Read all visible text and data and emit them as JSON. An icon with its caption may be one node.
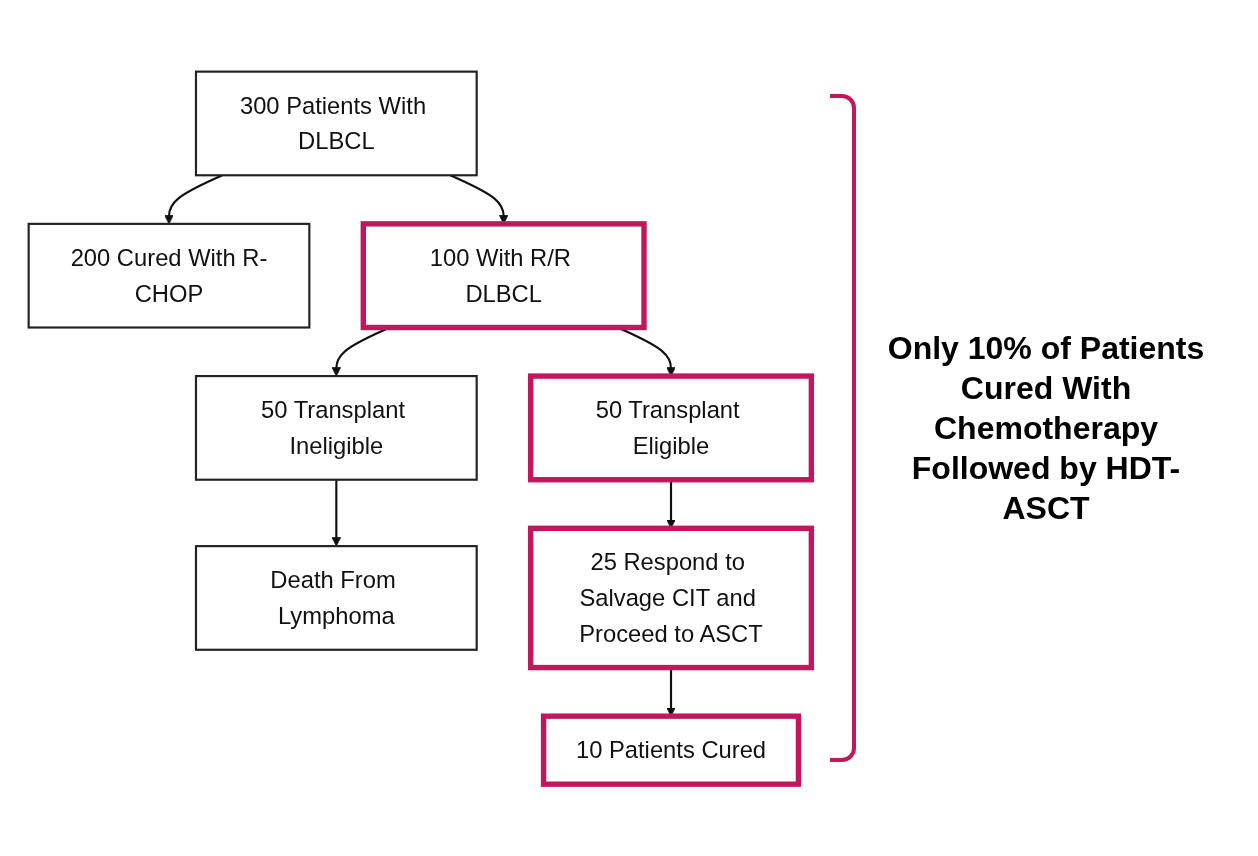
{
  "diagram": {
    "nodes": [
      {
        "text": [
          "300 Patients With DLBCL"
        ]
      },
      {
        "text": [
          "200 Cured With R-CHOP"
        ]
      },
      {
        "text": [
          "100 With R/R DLBCL"
        ]
      },
      {
        "text": [
          "50 Transplant Ineligible"
        ]
      },
      {
        "text": [
          "50 Transplant Eligible"
        ]
      },
      {
        "text": [
          "Death From Lymphoma"
        ]
      },
      {
        "text": [
          "25 Respond to Salvage CIT and Proceed to ASCT"
        ]
      },
      {
        "text": [
          "10 Patients Cured"
        ]
      }
    ],
    "edges": [
      {
        "from": 0,
        "to": 1,
        "arrow": "to"
      },
      {
        "from": 0,
        "to": 2,
        "arrow": "to"
      },
      {
        "from": 2,
        "to": 3,
        "arrow": "to"
      },
      {
        "from": 2,
        "to": 4,
        "arrow": "to"
      },
      {
        "from": 3,
        "to": 5,
        "arrow": "to"
      },
      {
        "from": 4,
        "to": 6,
        "arrow": "to"
      },
      {
        "from": 6,
        "to": 7,
        "arrow": "to"
      }
    ],
    "labels": [
      "Only 10% of Patients Cured With Chemotherapy Followed by HDT-ASCT"
    ]
  }
}
